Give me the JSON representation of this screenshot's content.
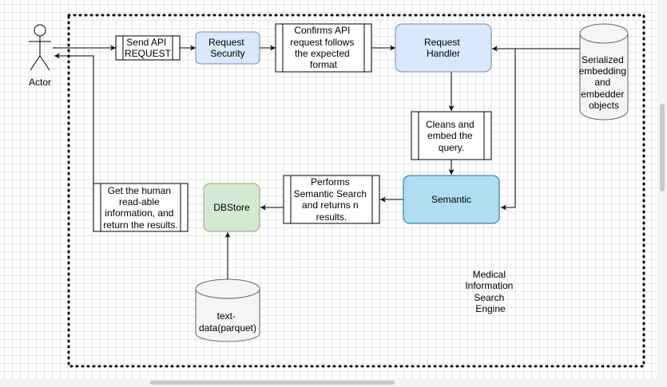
{
  "actor": {
    "label": "Actor"
  },
  "container": {
    "label": [
      "Medical",
      "Information",
      "Search",
      "Engine"
    ]
  },
  "nodes": {
    "send_api": {
      "lines": [
        "Send API",
        "REQUEST"
      ]
    },
    "request_security": {
      "lines": [
        "Request",
        "Security"
      ],
      "fill": "#dae8fc",
      "stroke": "#6c8ebf"
    },
    "confirms_api": {
      "lines": [
        "Confirms API",
        "request follows",
        "the expected",
        "format"
      ]
    },
    "request_handler": {
      "lines": [
        "Request",
        "Handler"
      ],
      "fill": "#dae8fc",
      "stroke": "#6c8ebf"
    },
    "serialized_db": {
      "lines": [
        "Serialized",
        "embedding",
        "and",
        "embedder",
        "objects"
      ],
      "fill": "#f5f5f5",
      "stroke": "#666666"
    },
    "cleans_embed": {
      "lines": [
        "Cleans and",
        "embed the",
        "query."
      ]
    },
    "semantic": {
      "lines": [
        "Semantic"
      ],
      "fill": "#b1ddf0",
      "stroke": "#10739e"
    },
    "performs_search": {
      "lines": [
        "Performs",
        "Semantic Search",
        "and returns n",
        "results."
      ]
    },
    "dbstore": {
      "lines": [
        "DBStore"
      ],
      "fill": "#d5e8d4",
      "stroke": "#82b366"
    },
    "get_human": {
      "lines": [
        "Get  the human",
        "read-able",
        "information, and",
        "return the results."
      ]
    },
    "text_data": {
      "lines": [
        "text-",
        "data(parquet)"
      ],
      "fill": "#f5f5f5",
      "stroke": "#666666"
    }
  }
}
